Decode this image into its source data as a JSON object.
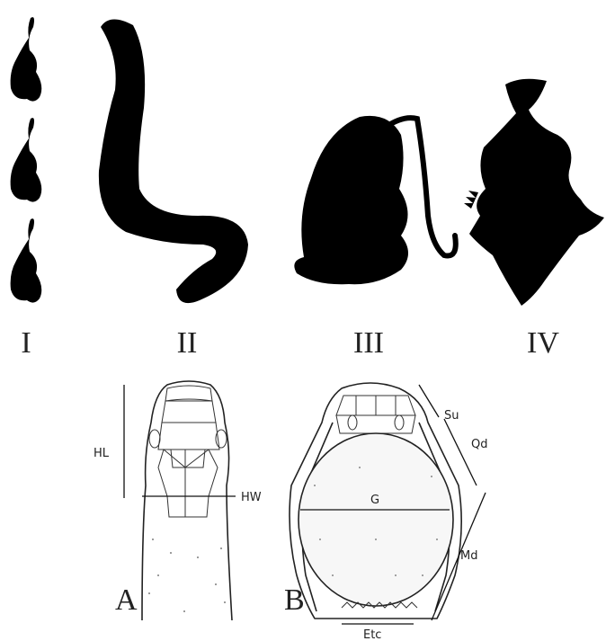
{
  "panels": {
    "silhouettes": [
      {
        "label": "I",
        "icon": "prey-trio-silhouette-icon"
      },
      {
        "label": "II",
        "icon": "snake-silhouette-icon"
      },
      {
        "label": "III",
        "icon": "rodent-silhouette-icon"
      },
      {
        "label": "IV",
        "icon": "fish-silhouette-icon"
      }
    ],
    "head_dorsal": {
      "label": "A",
      "measurements": {
        "head_length": "HL",
        "head_width": "HW"
      }
    },
    "head_ventral": {
      "label": "B",
      "measurements": {
        "supralabial": "Su",
        "quadrate": "Qd",
        "gape": "G",
        "mandible": "Md",
        "etc": "Etc"
      }
    }
  },
  "colors": {
    "silhouette": "#000000",
    "ink": "#222222",
    "background": "#ffffff"
  }
}
